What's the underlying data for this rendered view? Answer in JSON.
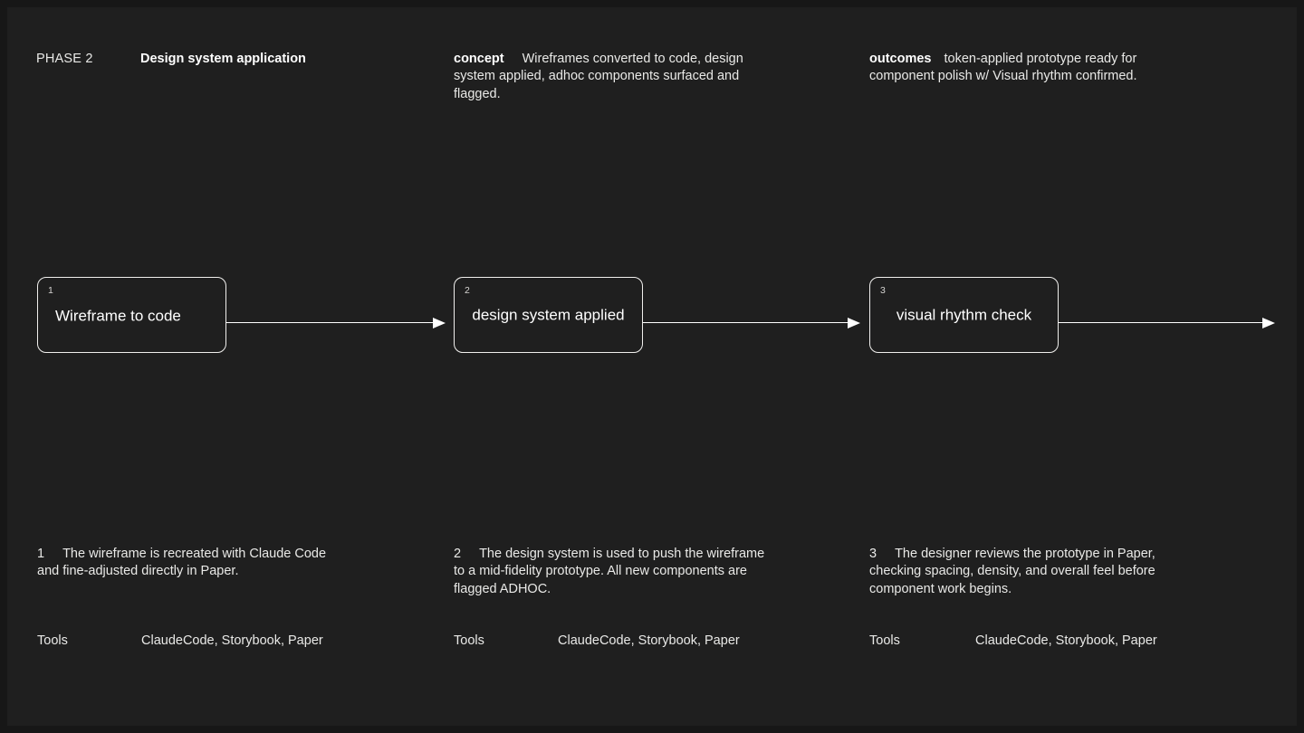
{
  "theme": {
    "background": "#171717",
    "canvas": "#1f1f1f",
    "text": "#e9e9e7",
    "text_strong": "#ffffff",
    "stroke": "#f0efed"
  },
  "header": {
    "phase_label": "PHASE 2",
    "title": "Design system application",
    "meta": [
      {
        "key": "concept-meta",
        "label": "concept",
        "text": "Wireframes converted to code, design system applied, adhoc components surfaced and flagged."
      },
      {
        "key": "outcomes-meta",
        "label": "outcomes",
        "text": "token-applied prototype ready for component polish w/ Visual rhythm confirmed."
      }
    ]
  },
  "flow": {
    "nodes": [
      {
        "index": "1",
        "label": "Wireframe to code"
      },
      {
        "index": "2",
        "label": "design system applied"
      },
      {
        "index": "3",
        "label": "visual rhythm check"
      }
    ],
    "connectors": [
      {
        "name": "arrow-node1-to-node2"
      },
      {
        "name": "arrow-node2-to-node3"
      },
      {
        "name": "arrow-node3-to-next-phase"
      }
    ]
  },
  "notes": [
    {
      "num": "1",
      "body": "The wireframe is recreated with Claude Code and fine-adjusted directly in Paper.",
      "tools_label": "Tools",
      "tools_value": "ClaudeCode, Storybook, Paper"
    },
    {
      "num": "2",
      "body": "The design system is used to push the wireframe to a mid-fidelity prototype. All new components are flagged ADHOC.",
      "tools_label": "Tools",
      "tools_value": "ClaudeCode, Storybook, Paper"
    },
    {
      "num": "3",
      "body": "The designer reviews the prototype in Paper, checking spacing, density, and overall feel before component work begins.",
      "tools_label": "Tools",
      "tools_value": "ClaudeCode, Storybook, Paper"
    }
  ]
}
